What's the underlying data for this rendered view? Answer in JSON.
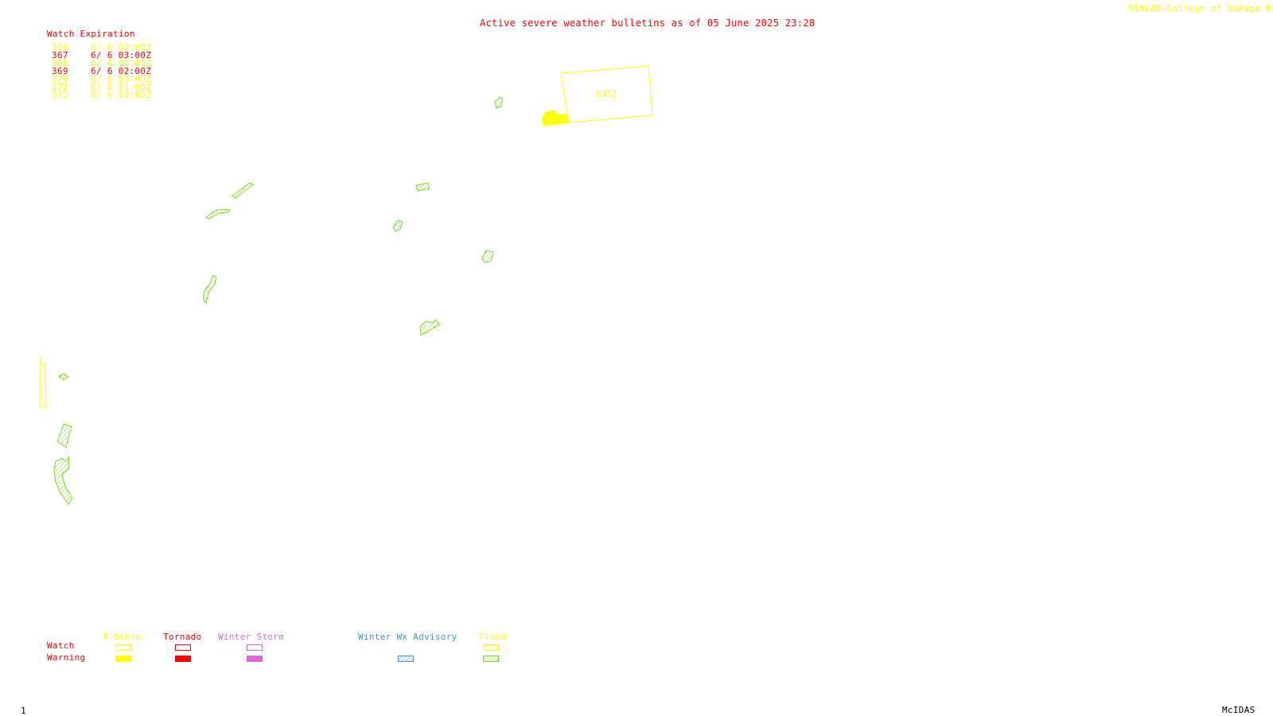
{
  "header": {
    "title": "Active severe weather bulletins as of 05 June 2025 23:28",
    "credit": "NEXLAB-College of DuPage R"
  },
  "watch_list": {
    "heading": "Watch Expiration",
    "rows": [
      {
        "id": "366",
        "expires": "6/ 6 02:00Z",
        "kind": "tstorm"
      },
      {
        "id": "367",
        "expires": "6/ 6 03:00Z",
        "kind": "tornado"
      },
      {
        "id": "368",
        "expires": "6/ 6 02:00Z",
        "kind": "tstorm"
      },
      {
        "id": "369",
        "expires": "6/ 6 02:00Z",
        "kind": "tornado"
      },
      {
        "id": "370",
        "expires": "6/ 6 03:00Z",
        "kind": "tstorm"
      },
      {
        "id": "371",
        "expires": "6/ 6 01:00Z",
        "kind": "tstorm"
      },
      {
        "id": "372",
        "expires": "6/ 6 03:00Z",
        "kind": "tstorm"
      }
    ]
  },
  "map": {
    "watch_box_label": "S372"
  },
  "legend": {
    "columns": {
      "tstorm": "T-Storm",
      "tornado": "Tornado",
      "winter_storm": "Winter Storm",
      "winter_advisory": "Winter Wx Advisory",
      "flood": "Flood"
    },
    "rows": {
      "watch": "Watch",
      "warning": "Warning"
    }
  },
  "footer": {
    "frame_number": "1",
    "software": "McIDAS"
  },
  "colors": {
    "tstorm": "#ffff00",
    "tornado": "#ff0000",
    "winter_storm": "#dd66dd",
    "winter_advisory": "#3399dd",
    "flood": "#77dd22",
    "label_red": "#ff0000"
  }
}
